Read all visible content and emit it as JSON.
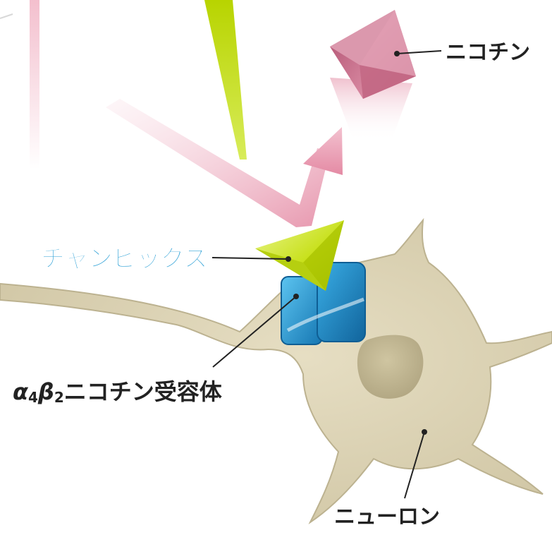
{
  "labels": {
    "nicotine": "ニコチン",
    "champix": "チャンピックス",
    "receptor_alpha": "α",
    "receptor_alpha_sub": "4",
    "receptor_beta": "β",
    "receptor_beta_sub": "2",
    "receptor_rest": "ニコチン受容体",
    "neuron": "ニューロン"
  },
  "colors": {
    "background": "#ffffff",
    "neuron_body": "#ddd4b6",
    "neuron_outline": "#b3a988",
    "nucleus": "#c3b894",
    "nicotine_pink": "#d4849c",
    "nicotine_light": "#eac0cc",
    "arrow_pink": "#e79ab0",
    "champix_green": "#c8e01e",
    "champix_light": "#e2f07a",
    "receptor_blue": "#2e9ed6",
    "receptor_dark": "#1671aa",
    "champix_label": "#2a9fd6",
    "text_dark": "#222222"
  }
}
